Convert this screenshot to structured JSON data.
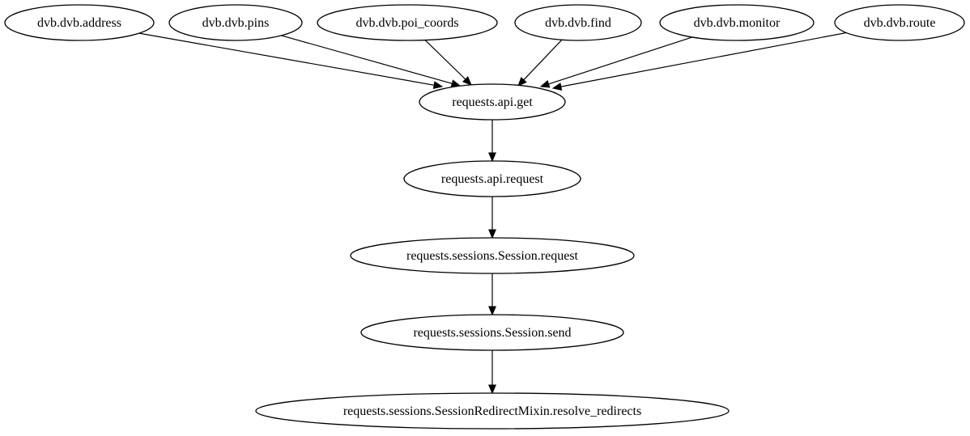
{
  "graph": {
    "nodes": [
      {
        "id": "address",
        "label": "dvb.dvb.address"
      },
      {
        "id": "pins",
        "label": "dvb.dvb.pins"
      },
      {
        "id": "poi_coords",
        "label": "dvb.dvb.poi_coords"
      },
      {
        "id": "find",
        "label": "dvb.dvb.find"
      },
      {
        "id": "monitor",
        "label": "dvb.dvb.monitor"
      },
      {
        "id": "route",
        "label": "dvb.dvb.route"
      },
      {
        "id": "api_get",
        "label": "requests.api.get"
      },
      {
        "id": "api_request",
        "label": "requests.api.request"
      },
      {
        "id": "session_request",
        "label": "requests.sessions.Session.request"
      },
      {
        "id": "session_send",
        "label": "requests.sessions.Session.send"
      },
      {
        "id": "resolve_redirects",
        "label": "requests.sessions.SessionRedirectMixin.resolve_redirects"
      }
    ],
    "edges": [
      {
        "from": "address",
        "to": "api_get"
      },
      {
        "from": "pins",
        "to": "api_get"
      },
      {
        "from": "poi_coords",
        "to": "api_get"
      },
      {
        "from": "find",
        "to": "api_get"
      },
      {
        "from": "monitor",
        "to": "api_get"
      },
      {
        "from": "route",
        "to": "api_get"
      },
      {
        "from": "api_get",
        "to": "api_request"
      },
      {
        "from": "api_request",
        "to": "session_request"
      },
      {
        "from": "session_request",
        "to": "session_send"
      },
      {
        "from": "session_send",
        "to": "resolve_redirects"
      }
    ]
  }
}
